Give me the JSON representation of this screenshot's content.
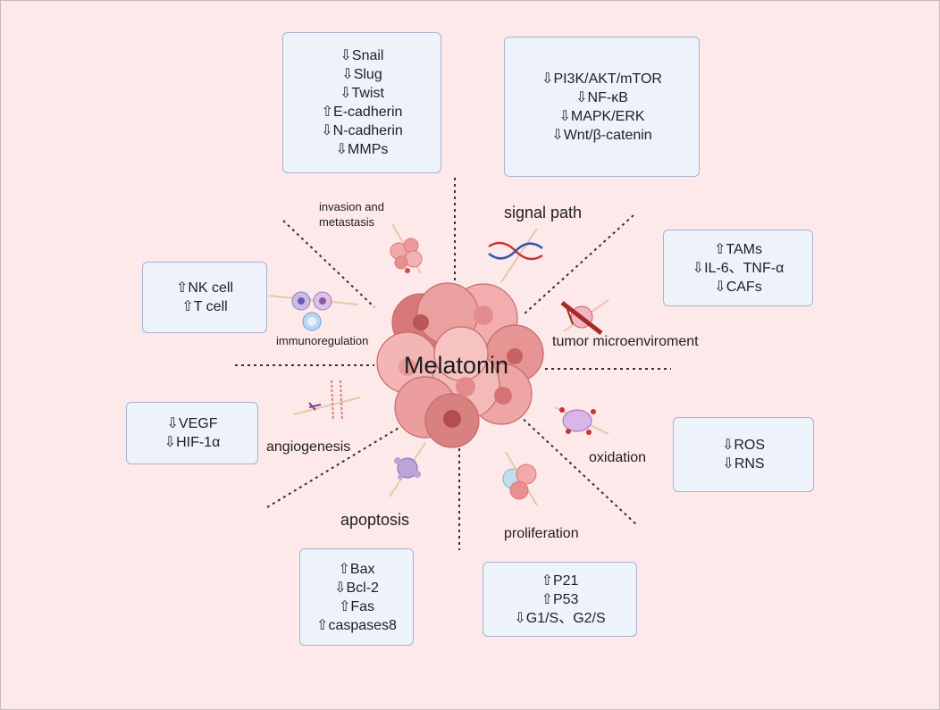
{
  "center": {
    "label": "Melatonin"
  },
  "categories": {
    "invasion": "invasion and\nmetastasis",
    "signal": "signal path",
    "tumor": "tumor microenviroment",
    "immuno": "immunoregulation",
    "oxidation": "oxidation",
    "angiogenesis": "angiogenesis",
    "apoptosis": "apoptosis",
    "proliferation": "proliferation"
  },
  "boxes": {
    "invasion": [
      "⇩Snail",
      "⇩Slug",
      "⇩Twist",
      "⇧E-cadherin",
      "⇩N-cadherin",
      "⇩MMPs"
    ],
    "signal": [
      "⇩PI3K/AKT/mTOR",
      "⇩NF-κB",
      "⇩MAPK/ERK",
      "⇩Wnt/β-catenin"
    ],
    "tumor": [
      "⇧TAMs",
      "⇩IL-6、TNF-α",
      "⇩CAFs"
    ],
    "immuno": [
      "⇧NK cell",
      "⇧T cell"
    ],
    "angiogenesis": [
      "⇩VEGF",
      "⇩HIF-1α"
    ],
    "oxidation": [
      "⇩ROS",
      "⇩RNS"
    ],
    "apoptosis": [
      "⇧Bax",
      "⇩Bcl-2",
      "⇧Fas",
      "⇧caspases8"
    ],
    "proliferation": [
      "⇧P21",
      "⇧P53",
      "⇩G1/S、G2/S"
    ]
  },
  "colors": {
    "background": "#fde9e9",
    "box_fill": "#eef2fb",
    "box_border": "#a7b3cf",
    "tumor": "#e89a9a"
  }
}
